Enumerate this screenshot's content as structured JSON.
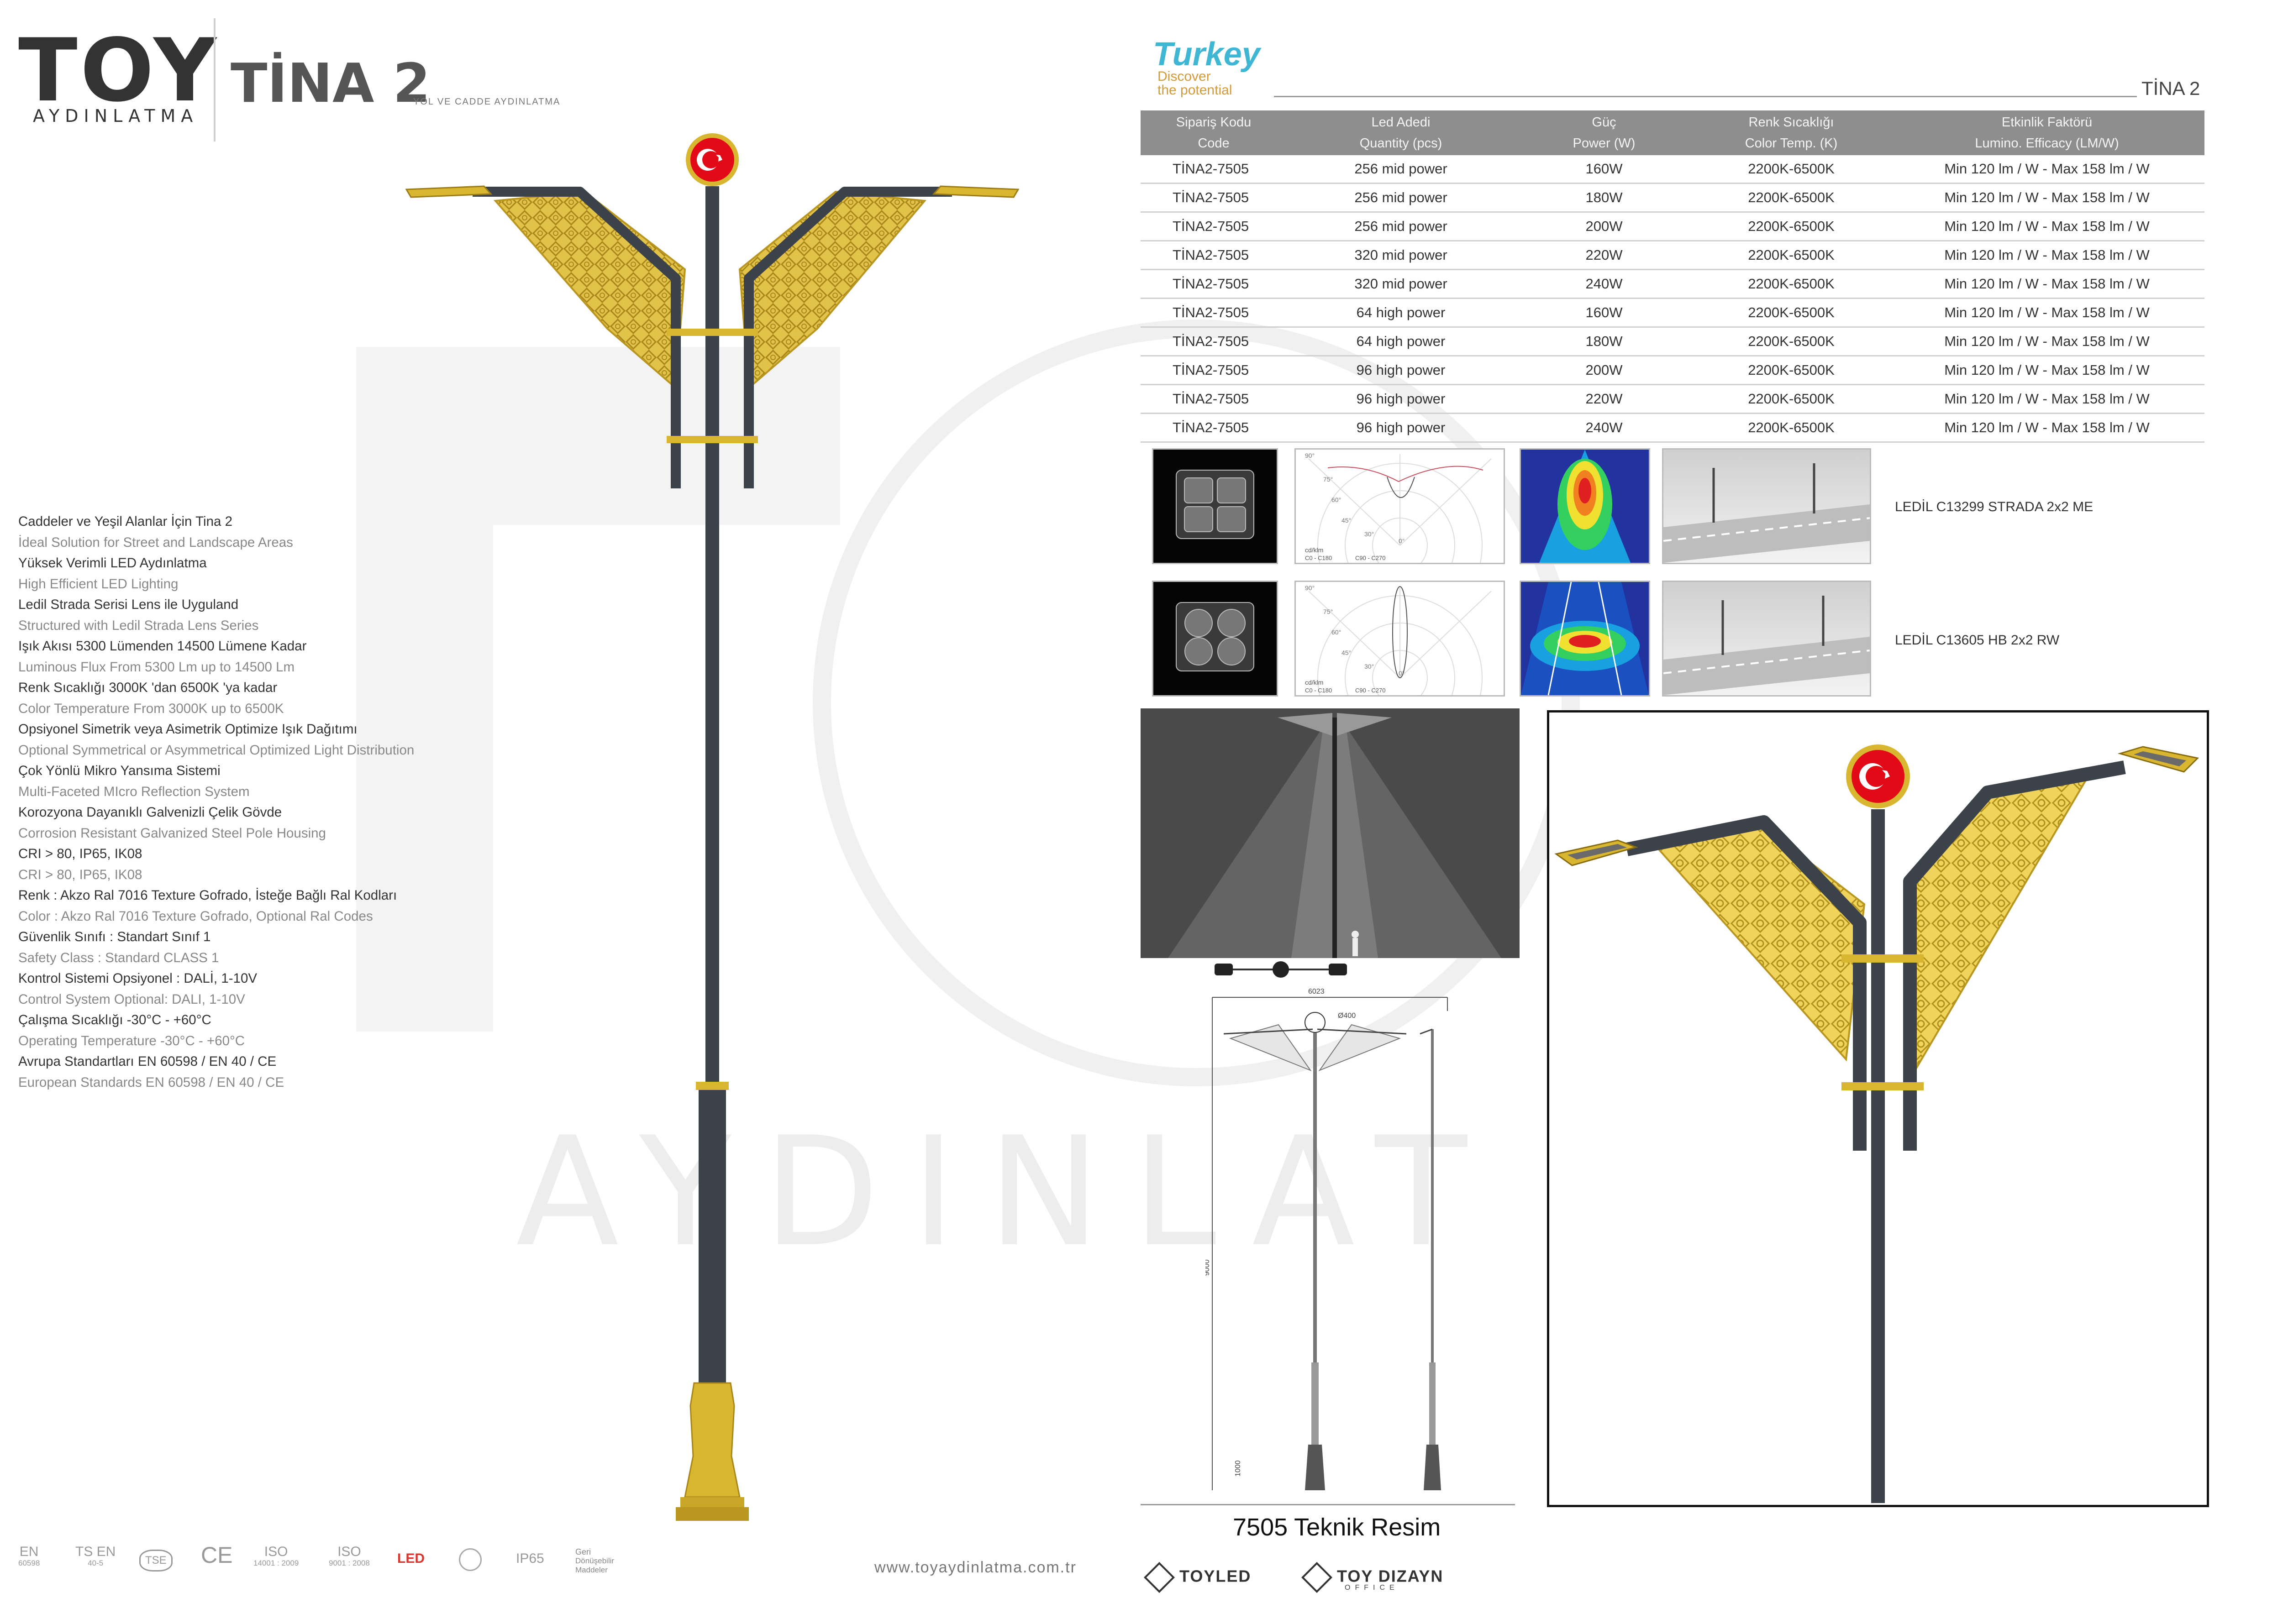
{
  "brand": {
    "name": "TOY",
    "sub": "AYDINLATMA"
  },
  "watermark": {
    "letters": "AYDINLAT"
  },
  "product": {
    "title": "TİNA 2",
    "subtitle": "YOL VE CADDE AYDINLATMA"
  },
  "features": [
    {
      "tr": "Caddeler ve Yeşil Alanlar İçin Tina 2",
      "en": "İdeal Solution for Street and Landscape Areas"
    },
    {
      "tr": "Yüksek Verimli LED Aydınlatma",
      "en": "High Efficient LED Lighting"
    },
    {
      "tr": "Ledil Strada Serisi Lens ile Uyguland",
      "en": "Structured with Ledil Strada Lens Series"
    },
    {
      "tr": "Işık Akısı 5300 Lümenden 14500 Lümene Kadar",
      "en": "Luminous Flux From 5300 Lm up to 14500 Lm"
    },
    {
      "tr": "Renk Sıcaklığı 3000K 'dan 6500K 'ya kadar",
      "en": "Color Temperature From 3000K up to 6500K"
    },
    {
      "tr": "Opsiyonel Simetrik veya Asimetrik Optimize Işık Dağıtımı",
      "en": "Optional Symmetrical or Asymmetrical Optimized Light Distribution"
    },
    {
      "tr": "Çok Yönlü Mikro Yansıma Sistemi",
      "en": "Multi-Faceted MIcro Reflection System"
    },
    {
      "tr": "Korozyona Dayanıklı Galvenizli Çelik Gövde",
      "en": "Corrosion Resistant Galvanized Steel Pole Housing"
    },
    {
      "tr": "CRI > 80, IP65, IK08",
      "en": "CRI > 80, IP65, IK08"
    },
    {
      "tr": "Renk : Akzo Ral 7016 Texture Gofrado, İsteğe Bağlı Ral Kodları",
      "en": "Color : Akzo Ral 7016 Texture Gofrado, Optional Ral Codes"
    },
    {
      "tr": "Güvenlik Sınıfı : Standart Sınıf 1",
      "en": "Safety Class : Standard CLASS 1"
    },
    {
      "tr": "Kontrol Sistemi Opsiyonel : DALİ, 1-10V",
      "en": "Control System Optional: DALI, 1-10V"
    },
    {
      "tr": "Çalışma Sıcaklığı  -30°C - +60°C",
      "en": "Operating Temperature -30°C - +60°C"
    },
    {
      "tr": "Avrupa Standartları EN 60598 / EN 40 / CE",
      "en": "European Standards EN 60598 / EN 40 / CE"
    }
  ],
  "footer": {
    "certs": [
      {
        "main": "EN",
        "sub": "60598"
      },
      {
        "main": "TS EN",
        "sub": "40-5"
      },
      {
        "main": "TSE",
        "sub": ""
      },
      {
        "main": "CE",
        "sub": ""
      },
      {
        "main": "ISO",
        "sub": "14001 : 2009"
      },
      {
        "main": "ISO",
        "sub": "9001 : 2008"
      },
      {
        "main": "LED",
        "sub": ""
      },
      {
        "main": "IP65",
        "sub": ""
      },
      {
        "main": "Geri",
        "sub": "Dönüşebilir Maddeler"
      }
    ],
    "website": "www.toyaydinlatma.com.tr",
    "brand1": "TOYLED",
    "brand2": "TOY DIZAYN",
    "brand2_sub": "OFFICE"
  },
  "turkey": {
    "title": "Turkey",
    "tag1": "Discover",
    "tag2": "the potential"
  },
  "right_title": "TİNA 2",
  "table": {
    "headers": [
      {
        "tr": "Sipariş Kodu",
        "en": "Code"
      },
      {
        "tr": "Led Adedi",
        "en": "Quantity (pcs)"
      },
      {
        "tr": "Güç",
        "en": "Power (W)"
      },
      {
        "tr": "Renk Sıcaklığı",
        "en": "Color Temp. (K)"
      },
      {
        "tr": "Etkinlik Faktörü",
        "en": "Lumino. Efficacy (LM/W)"
      }
    ],
    "rows": [
      [
        "TİNA2-7505",
        "256 mid  power",
        "160W",
        "2200K-6500K",
        "Min 120 lm / W - Max 158 lm / W"
      ],
      [
        "TİNA2-7505",
        "256 mid  power",
        "180W",
        "2200K-6500K",
        "Min 120 lm / W - Max 158 lm / W"
      ],
      [
        "TİNA2-7505",
        "256 mid  power",
        "200W",
        "2200K-6500K",
        "Min 120 lm / W - Max 158 lm / W"
      ],
      [
        "TİNA2-7505",
        "320 mid  power",
        "220W",
        "2200K-6500K",
        "Min 120 lm / W - Max 158 lm / W"
      ],
      [
        "TİNA2-7505",
        "320 mid  power",
        "240W",
        "2200K-6500K",
        "Min 120 lm / W - Max 158 lm / W"
      ],
      [
        "TİNA2-7505",
        "64 high  power",
        "160W",
        "2200K-6500K",
        "Min 120 lm / W - Max 158 lm / W"
      ],
      [
        "TİNA2-7505",
        "64 high  power",
        "180W",
        "2200K-6500K",
        "Min 120 lm / W - Max 158 lm / W"
      ],
      [
        "TİNA2-7505",
        "96 high  power",
        "200W",
        "2200K-6500K",
        "Min 120 lm / W - Max 158 lm / W"
      ],
      [
        "TİNA2-7505",
        "96 high  power",
        "220W",
        "2200K-6500K",
        "Min 120 lm / W - Max 158 lm / W"
      ],
      [
        "TİNA2-7505",
        "96 high  power",
        "240W",
        "2200K-6500K",
        "Min 120 lm / W - Max 158 lm / W"
      ]
    ]
  },
  "optics": {
    "lens1": "LEDİL C13299 STRADA 2x2 ME",
    "lens2": "LEDİL C13605 HB 2x2 RW",
    "polar_unit": "cd/klm",
    "polar_legend1": "C0 - C180",
    "polar_legend2": "C90 - C270",
    "polar_marks": [
      "90°",
      "75°",
      "60°",
      "45°",
      "30°",
      "0°"
    ]
  },
  "drawing": {
    "width": "6023",
    "diameter": "Ø400",
    "height": "9000",
    "base": "1000"
  },
  "teknik_label": "7505 Teknik Resim",
  "colors": {
    "pole": "#3c4249",
    "gold": "#d8b630",
    "flag": "#e30a17",
    "table_header": "#8e8e8e",
    "turkey": "#3fb7d4"
  }
}
